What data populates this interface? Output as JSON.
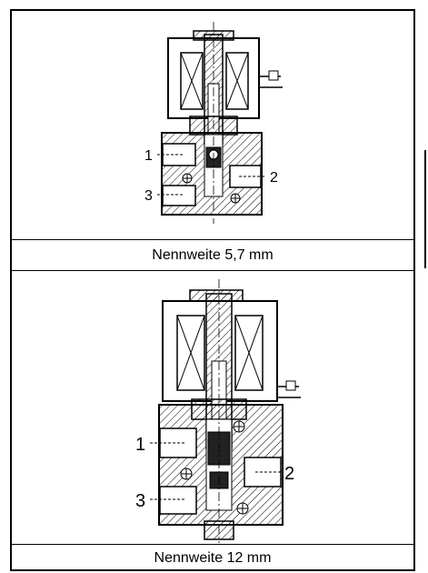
{
  "diagrams": [
    {
      "caption": "Nennweite 5,7 mm",
      "ports": [
        {
          "label": "1"
        },
        {
          "label": "2"
        },
        {
          "label": "3"
        }
      ]
    },
    {
      "caption": "Nennweite 12 mm",
      "ports": [
        {
          "label": "1"
        },
        {
          "label": "2"
        },
        {
          "label": "3"
        }
      ]
    }
  ],
  "colors": {
    "ink": "#000000",
    "paper": "#ffffff"
  }
}
